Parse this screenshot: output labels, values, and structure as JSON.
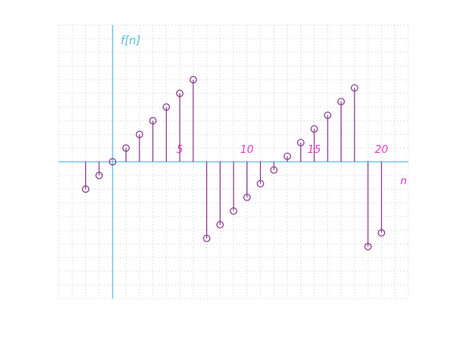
{
  "chart_data": {
    "type": "stem",
    "xlabel": "n",
    "ylabel": "f[n]",
    "x": [
      -2,
      -1,
      0,
      1,
      2,
      3,
      4,
      5,
      6,
      7,
      8,
      9,
      10,
      11,
      12,
      13,
      14,
      15,
      16,
      17,
      18,
      19,
      20
    ],
    "values": [
      -1.0,
      -0.5,
      0.0,
      0.5,
      1.0,
      1.5,
      2.0,
      2.5,
      3.0,
      -2.8,
      -2.3,
      -1.8,
      -1.3,
      -0.8,
      -0.3,
      0.2,
      0.7,
      1.2,
      1.7,
      2.2,
      2.7,
      -3.1,
      -2.6
    ],
    "xlim": [
      -4,
      22
    ],
    "ylim": [
      -5,
      5
    ],
    "xticks": [
      5,
      10,
      15,
      20
    ],
    "xtick_labels": [
      "5",
      "10",
      "15",
      "20"
    ],
    "grid": true,
    "colors": {
      "stem": "#8a3a8f",
      "axis": "#5bc0de",
      "tick_label": "#e040c8",
      "grid": "#d0d0d0"
    }
  }
}
